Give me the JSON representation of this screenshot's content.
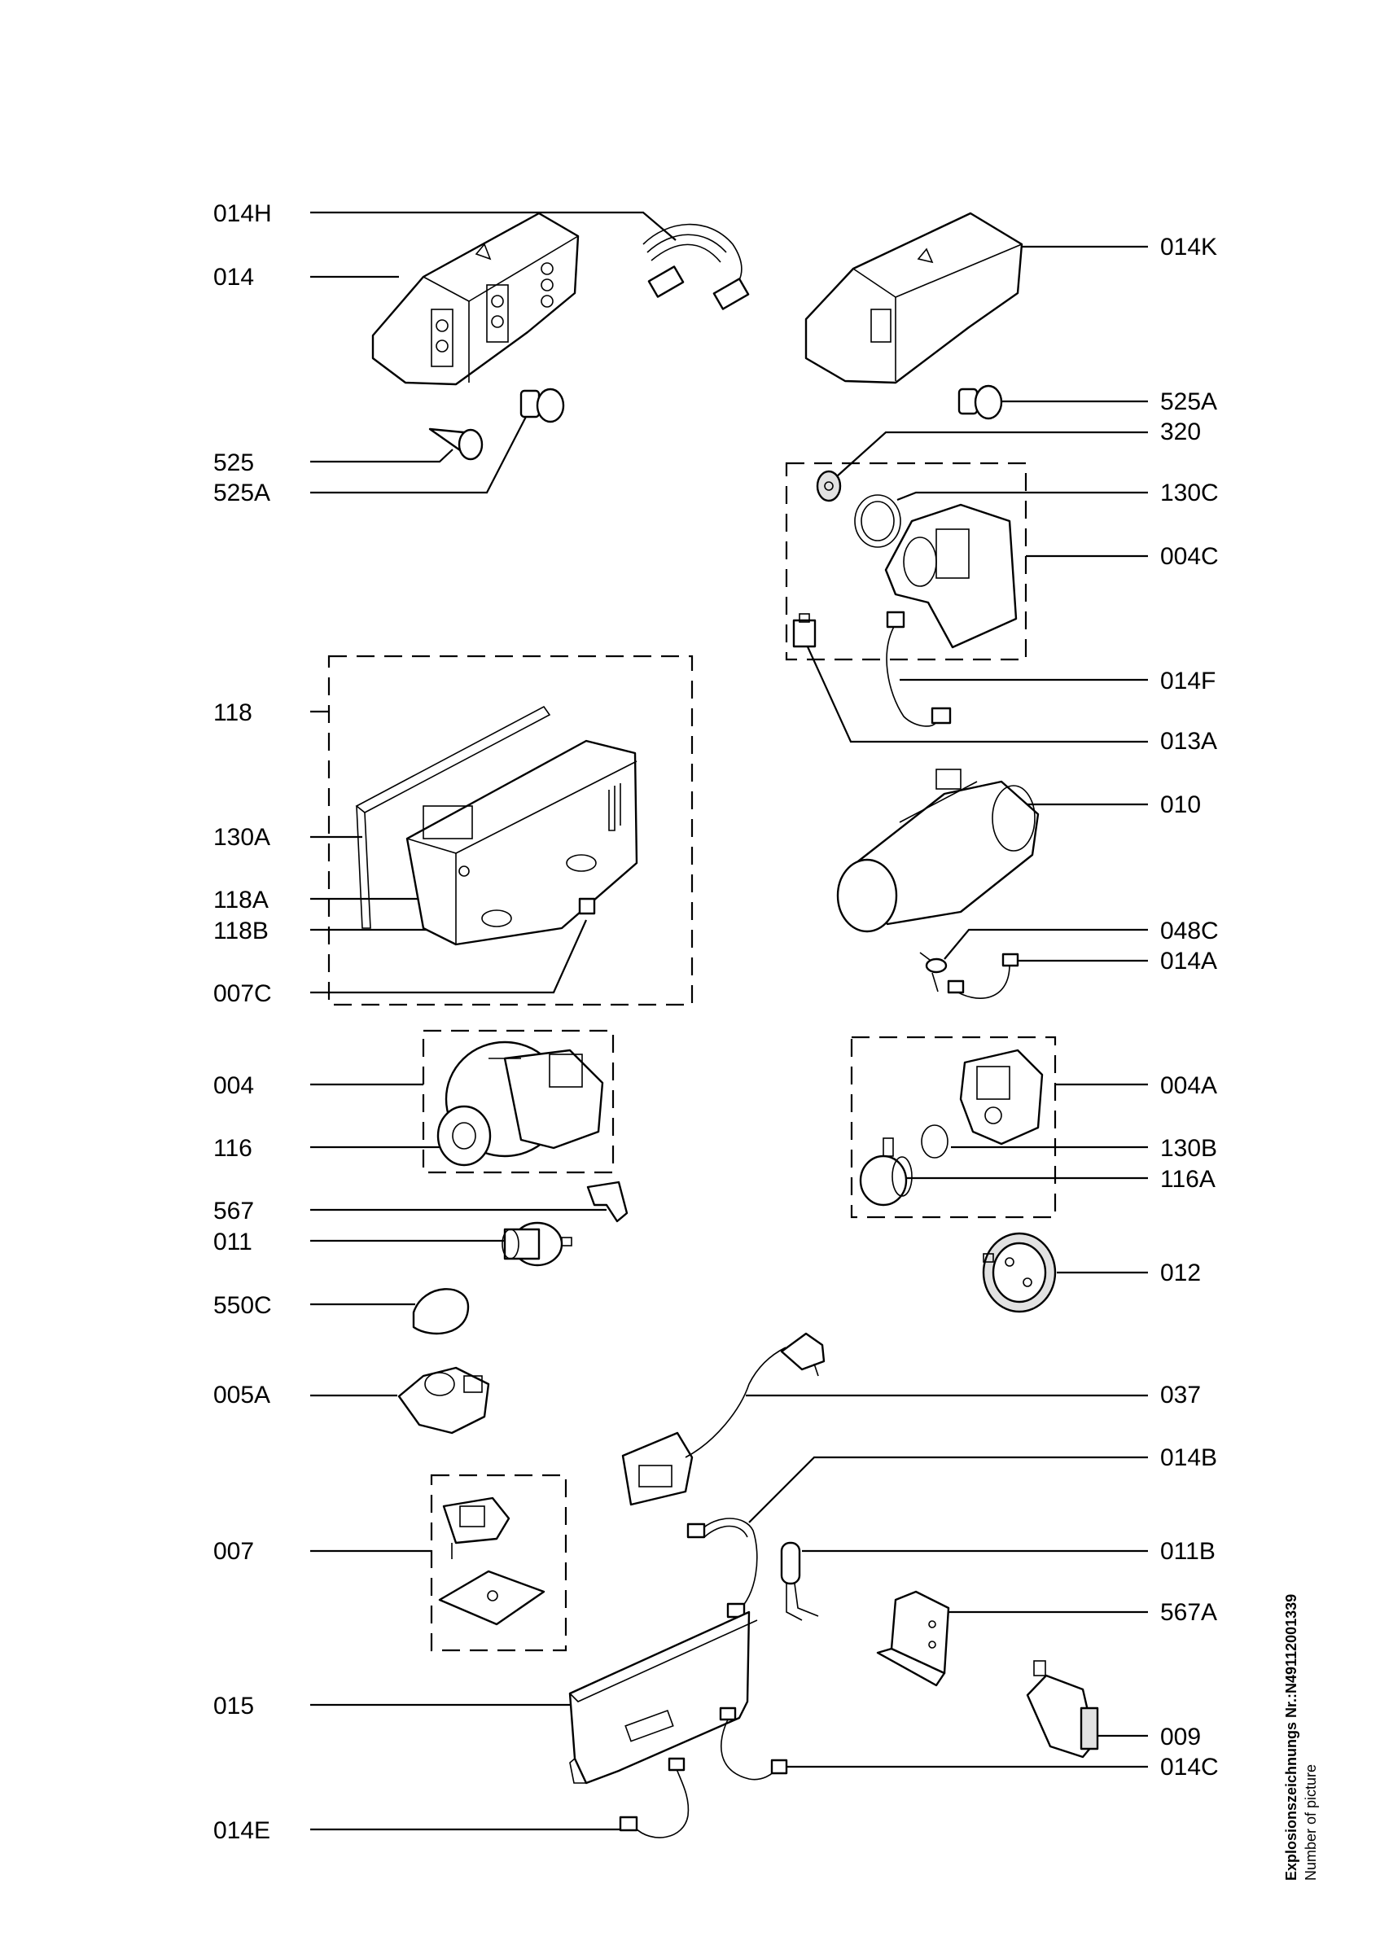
{
  "callouts": {
    "l_014H": "014H",
    "l_014": "014",
    "l_525": "525",
    "l_525A_left": "525A",
    "l_118": "118",
    "l_130A": "130A",
    "l_118A": "118A",
    "l_118B": "118B",
    "l_007C": "007C",
    "l_004": "004",
    "l_116": "116",
    "l_567": "567",
    "l_011": "011",
    "l_550C": "550C",
    "l_005A": "005A",
    "l_007": "007",
    "l_015": "015",
    "l_014E": "014E",
    "r_014K": "014K",
    "r_525A": "525A",
    "r_320": "320",
    "r_130C": "130C",
    "r_004C": "004C",
    "r_014F": "014F",
    "r_013A": "013A",
    "r_010": "010",
    "r_048C": "048C",
    "r_014A": "014A",
    "r_004A": "004A",
    "r_130B": "130B",
    "r_116A": "116A",
    "r_012": "012",
    "r_037": "037",
    "r_014B": "014B",
    "r_011B": "011B",
    "r_567A": "567A",
    "r_009": "009",
    "r_014C": "014C"
  },
  "sidebar": {
    "drawing_number": "Explosionszeichnungs Nr.:N49112001339",
    "caption": "Number of picture"
  }
}
